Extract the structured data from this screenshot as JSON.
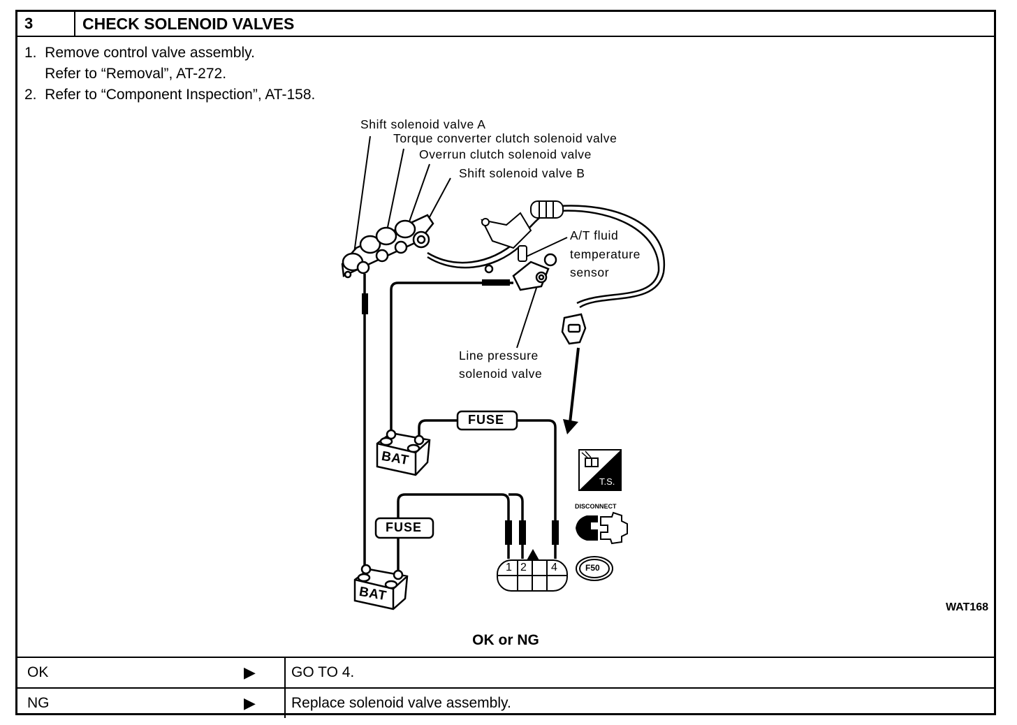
{
  "header": {
    "step_number": "3",
    "title": "CHECK SOLENOID VALVES"
  },
  "steps": [
    "1.  Remove control valve assembly.",
    "     Refer to “Removal”, AT-272.",
    "2.  Refer to “Component Inspection”, AT-158."
  ],
  "diagram": {
    "labels": {
      "shift_a": "Shift solenoid valve A",
      "tcc": "Torque converter clutch solenoid valve",
      "overrun": "Overrun clutch solenoid valve",
      "shift_b": "Shift solenoid valve B",
      "atf_1": "A/T fluid",
      "atf_2": "temperature",
      "atf_3": "sensor",
      "line_1": "Line pressure",
      "line_2": "solenoid valve",
      "fuse_upper": "FUSE",
      "fuse_lower": "FUSE",
      "bat_upper": "BAT",
      "bat_lower": "BAT",
      "pin_1": "1",
      "pin_2": "2",
      "pin_4": "4",
      "ts_badge": "T.S.",
      "disconnect": "DISCONNECT",
      "connector_id": "F50"
    },
    "icons": [
      "tester-ts-icon",
      "disconnect-connector-icon",
      "connector-f50-badge"
    ],
    "figure_id": "WAT168"
  },
  "result": {
    "title": "OK or NG",
    "rows": [
      {
        "status": "OK",
        "arrow": "▶",
        "action": "GO TO 4."
      },
      {
        "status": "NG",
        "arrow": "▶",
        "action": "Replace solenoid valve assembly."
      }
    ]
  }
}
